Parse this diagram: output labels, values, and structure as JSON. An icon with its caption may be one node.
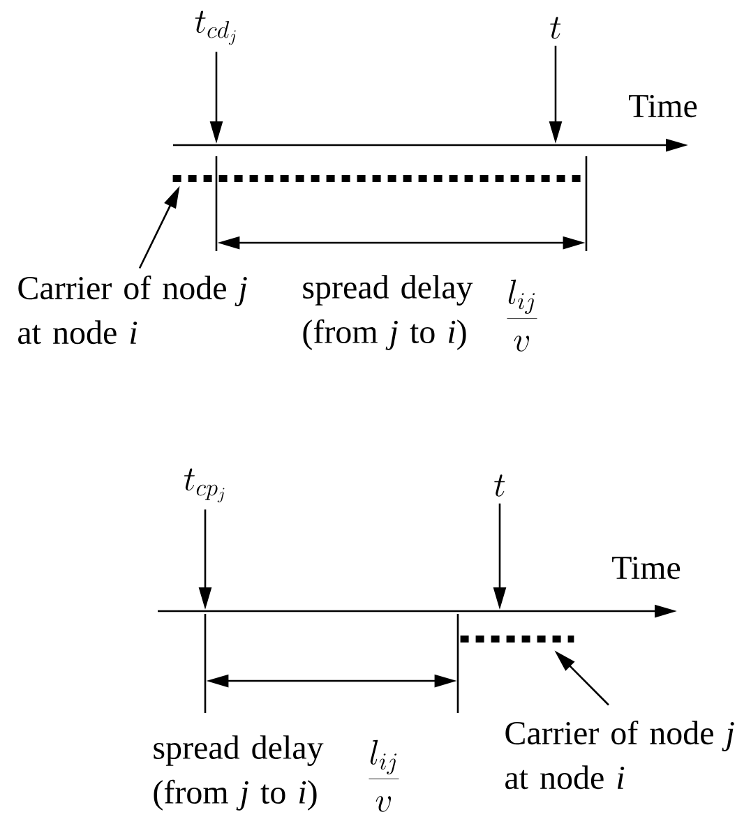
{
  "diagram": {
    "nodes": [
      {
        "text": [
          "t_{cd_j}"
        ]
      },
      {
        "text": [
          "t"
        ]
      },
      {
        "text": [
          "Carrier of node *j* at node *i*"
        ]
      },
      {
        "text": [],
        "shape": "bar"
      },
      {
        "text": [
          "t_{cp_j}"
        ]
      },
      {
        "text": [
          "t"
        ]
      },
      {
        "text": [
          "Carrier of node *j* at node *i*"
        ]
      },
      {
        "text": [],
        "shape": "bar"
      }
    ],
    "edges": [
      {
        "from": 0,
        "to": null,
        "arrow": "to"
      },
      {
        "from": 1,
        "to": null,
        "arrow": "to"
      },
      {
        "from": 2,
        "to": 3,
        "arrow": "to"
      },
      {
        "from": 4,
        "to": null,
        "arrow": "to"
      },
      {
        "from": 5,
        "to": null,
        "arrow": "to"
      },
      {
        "from": 6,
        "to": 7,
        "arrow": "to"
      }
    ],
    "labels": [
      "Time",
      "spread delay (from *j* to *i*)",
      "\\frac{l_{ij}}{v}",
      "Time",
      "spread delay (from *j* to *i*)",
      "\\frac{l_{ij}}{v}"
    ]
  }
}
